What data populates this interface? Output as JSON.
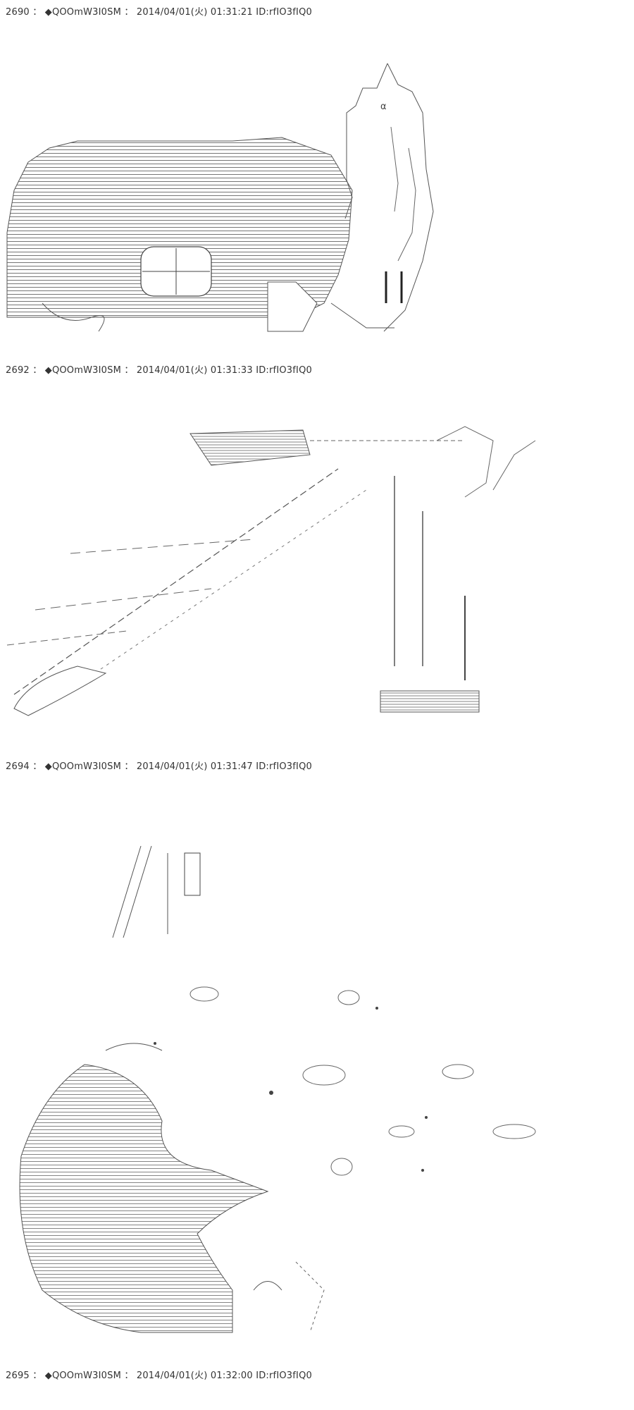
{
  "posts": [
    {
      "header": "2690 ： ◆QOOmW3I0SM ： 2014/04/01(火) 01:31:21 ID:rfIO3fIQ0"
    },
    {
      "header": "2692 ： ◆QOOmW3I0SM ： 2014/04/01(火) 01:31:33 ID:rfIO3fIQ0"
    },
    {
      "header": "2694 ： ◆QOOmW3I0SM ： 2014/04/01(火) 01:31:47 ID:rfIO3fIQ0"
    },
    {
      "header": "2695 ： ◆QOOmW3I0SM ： 2014/04/01(火) 01:32:00 ID:rfIO3fIQ0"
    }
  ],
  "colors": {
    "background": "#ffffff",
    "text": "#333333",
    "art_stroke": "#555555"
  }
}
